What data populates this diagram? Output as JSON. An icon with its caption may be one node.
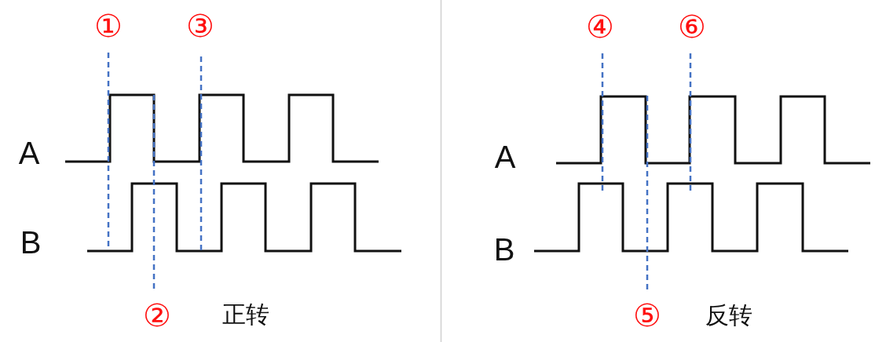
{
  "diagram": {
    "labels": [
      "①",
      "③",
      "A",
      "B",
      "②",
      "正转",
      "④",
      "⑥",
      "A",
      "B",
      "⑤",
      "反转"
    ]
  }
}
